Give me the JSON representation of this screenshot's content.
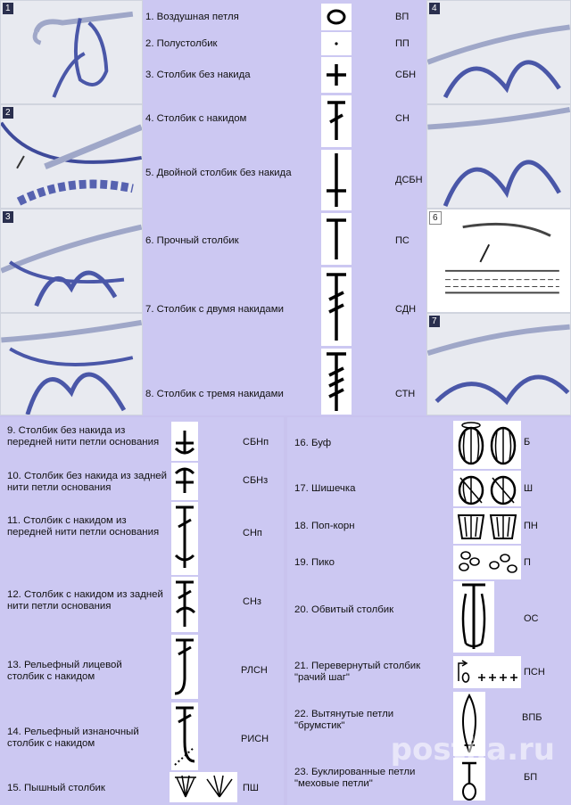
{
  "watermark": "postila.ru",
  "photo_numbers": [
    "1",
    "2",
    "3",
    "4",
    "6",
    "7"
  ],
  "section1": [
    {
      "label": "1. Воздушная петля",
      "abbr": "ВП",
      "icon": "chain-loop-icon"
    },
    {
      "label": "2. Полустолбик",
      "abbr": "ПП",
      "icon": "dot-icon"
    },
    {
      "label": "3. Столбик без накида",
      "abbr": "СБН",
      "icon": "plus-icon"
    },
    {
      "label": "4. Столбик с накидом",
      "abbr": "СН",
      "icon": "t-one-slash-icon"
    },
    {
      "label": "5. Двойной столбик без накида",
      "abbr": "ДСБН",
      "icon": "double-plus-icon"
    },
    {
      "label": "6. Прочный столбик",
      "abbr": "ПС",
      "icon": "t-icon"
    },
    {
      "label": "7. Столбик с двумя накидами",
      "abbr": "СДН",
      "icon": "t-two-slash-icon"
    },
    {
      "label": "8. Столбик с тремя накидами",
      "abbr": "СТН",
      "icon": "t-three-slash-icon"
    }
  ],
  "section2_left": [
    {
      "label": "9. Столбик без накида из передней нити петли основания",
      "abbr": "СБНп",
      "icon": "plus-front-loop-icon"
    },
    {
      "label": "10. Столбик без накида из задней нити петли основания",
      "abbr": "СБНз",
      "icon": "plus-back-loop-icon"
    },
    {
      "label": "11. Столбик с накидом из передней нити петли основания",
      "abbr": "СНп",
      "icon": "dc-front-loop-icon"
    },
    {
      "label": "12. Столбик с накидом из задней нити петли основания",
      "abbr": "СНз",
      "icon": "dc-back-loop-icon"
    },
    {
      "label": "13. Рельефный лицевой столбик с накидом",
      "abbr": "РЛСН",
      "icon": "front-post-icon"
    },
    {
      "label": "14. Рельефный изнаночный столбик с накидом",
      "abbr": "РИСН",
      "icon": "back-post-icon"
    },
    {
      "label": "15. Пышный столбик",
      "abbr": "ПШ",
      "icon": "puff-stitch-icon"
    }
  ],
  "section2_right": [
    {
      "label": "16. Буф",
      "abbr": "Б",
      "icon": "bobble-icon"
    },
    {
      "label": "17. Шишечка",
      "abbr": "Ш",
      "icon": "cone-icon"
    },
    {
      "label": "18. Поп-корн",
      "abbr": "ПН",
      "icon": "popcorn-icon"
    },
    {
      "label": "19. Пико",
      "abbr": "П",
      "icon": "picot-icon"
    },
    {
      "label": "20. Обвитый столбик",
      "abbr": "ОС",
      "icon": "wrapped-stitch-icon"
    },
    {
      "label": "21. Перевернутый столбик \"рачий шаг\"",
      "abbr": "ПСН",
      "icon": "reverse-sc-icon"
    },
    {
      "label": "22. Вытянутые петли \"брумстик\"",
      "abbr": "ВПБ",
      "icon": "broomstick-icon"
    },
    {
      "label": "23. Буклированные петли \"меховые петли\"",
      "abbr": "БП",
      "icon": "loop-stitch-icon"
    }
  ]
}
